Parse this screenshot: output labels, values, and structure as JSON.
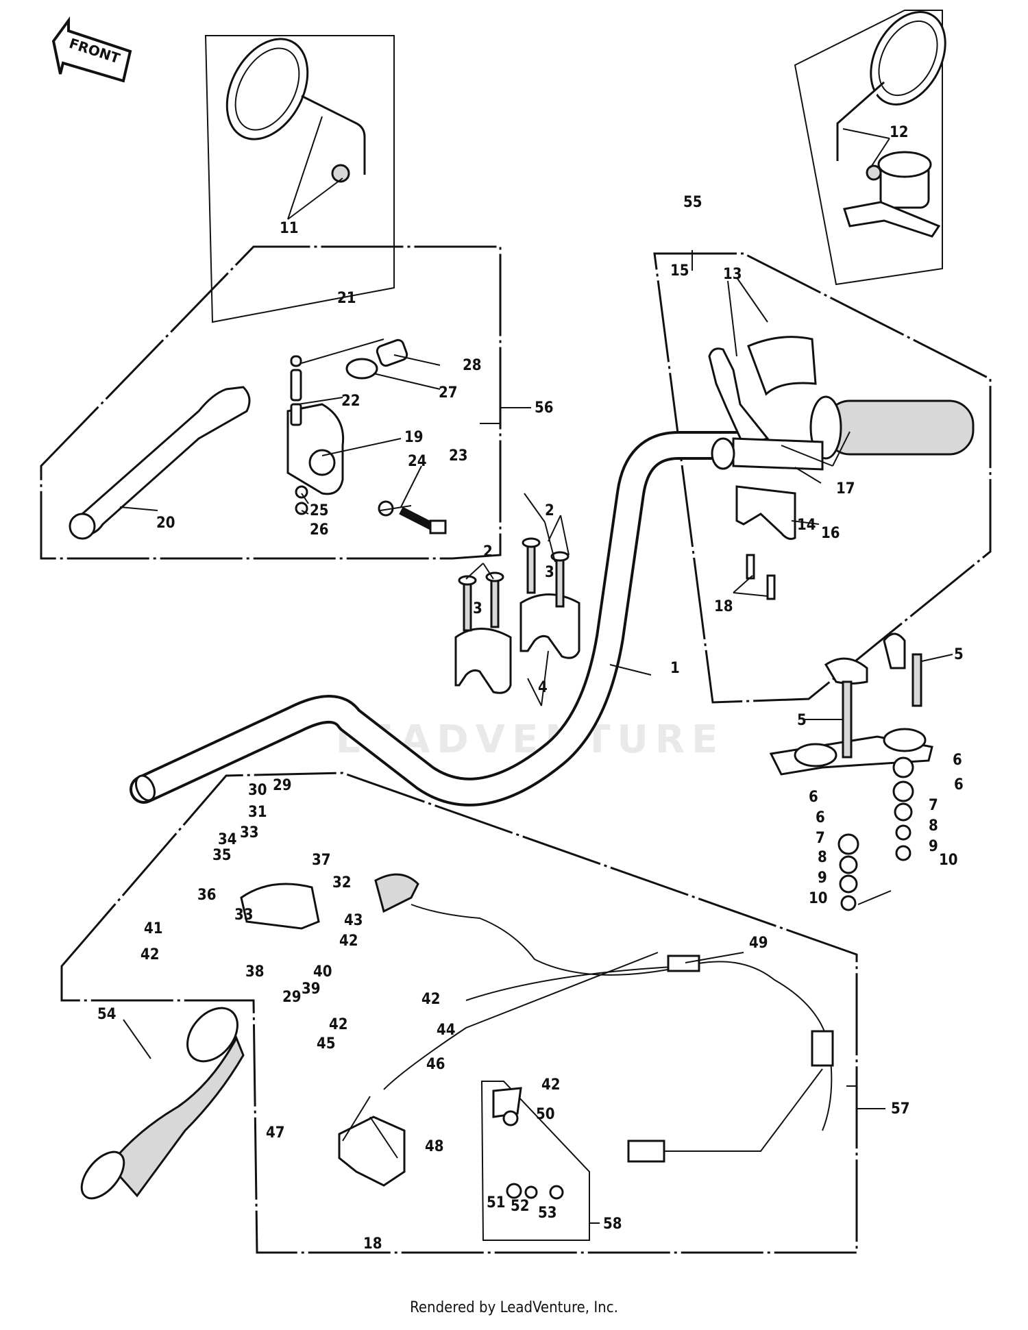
{
  "front_label": "FRONT",
  "watermark": "LEADVENTURE",
  "footer": "Rendered by LeadVenture, Inc.",
  "callouts": [
    "1",
    "2",
    "2",
    "3",
    "3",
    "4",
    "5",
    "5",
    "6",
    "6",
    "6",
    "6",
    "7",
    "7",
    "8",
    "8",
    "9",
    "9",
    "10",
    "10",
    "11",
    "12",
    "13",
    "14",
    "15",
    "16",
    "17",
    "18",
    "18",
    "19",
    "20",
    "21",
    "22",
    "23",
    "24",
    "25",
    "26",
    "27",
    "28",
    "29",
    "29",
    "30",
    "31",
    "32",
    "33",
    "33",
    "34",
    "35",
    "36",
    "37",
    "38",
    "39",
    "40",
    "41",
    "42",
    "42",
    "42",
    "42",
    "42",
    "43",
    "44",
    "45",
    "46",
    "47",
    "48",
    "49",
    "50",
    "51",
    "52",
    "53",
    "54",
    "55",
    "56",
    "57",
    "58"
  ]
}
